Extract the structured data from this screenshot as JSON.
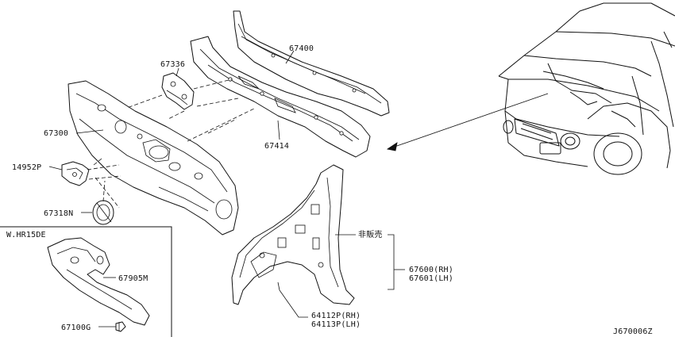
{
  "parts": {
    "p67400": "67400",
    "p67336": "67336",
    "p67300": "67300",
    "p67414": "67414",
    "p14952p": "14952P",
    "p67318n": "67318N",
    "hiseihin": "非販売",
    "p67600": "67600(RH)",
    "p67601": "67601(LH)",
    "p64112p": "64112P(RH)",
    "p64113p": "64113P(LH)",
    "p67905m": "67905M",
    "p67100g": "67100G"
  },
  "variant_box": {
    "title": "W.HR15DE"
  },
  "diagram_code": "J670006Z"
}
